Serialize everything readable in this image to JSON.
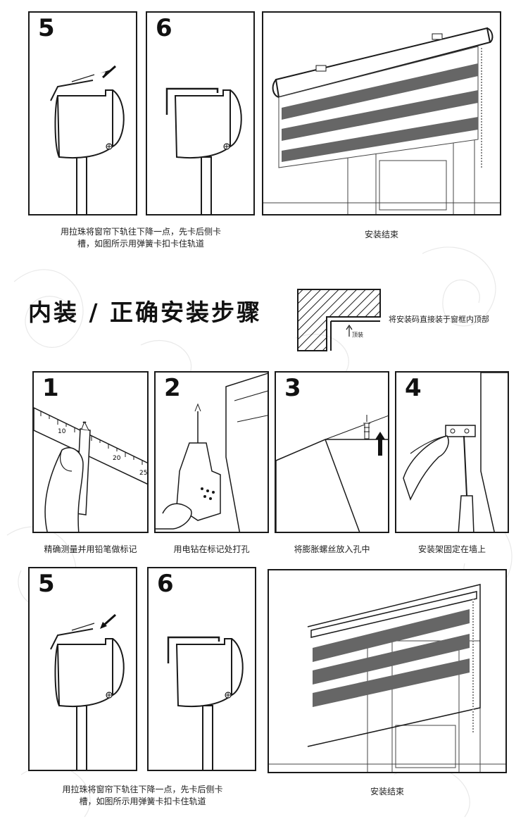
{
  "top_section": {
    "step5": {
      "number": "5",
      "caption_line1": "用拉珠将窗帘下轨往下降一点，先卡后侧卡",
      "caption_line2": "槽，如图所示用弹簧卡扣卡住轨道"
    },
    "step6": {
      "number": "6"
    },
    "finish": {
      "caption": "安装结束"
    }
  },
  "inner_section": {
    "title": "内装 / 正确安装步骤",
    "diagram_label": "顶装",
    "diagram_note": "将安装码直接装于窗框内顶部",
    "steps": [
      {
        "number": "1",
        "caption": "精确测量并用铅笔做标记"
      },
      {
        "number": "2",
        "caption": "用电钻在标记处打孔"
      },
      {
        "number": "3",
        "caption": "将膨胀螺丝放入孔中"
      },
      {
        "number": "4",
        "caption": "安装架固定在墙上"
      }
    ],
    "ruler_ticks": [
      "10",
      "20",
      "25"
    ],
    "step5": {
      "number": "5",
      "caption_line1": "用拉珠将窗帘下轨往下降一点，先卡后侧卡",
      "caption_line2": "槽，如图所示用弹簧卡扣卡住轨道"
    },
    "step6": {
      "number": "6"
    },
    "finish": {
      "caption": "安装结束"
    }
  }
}
